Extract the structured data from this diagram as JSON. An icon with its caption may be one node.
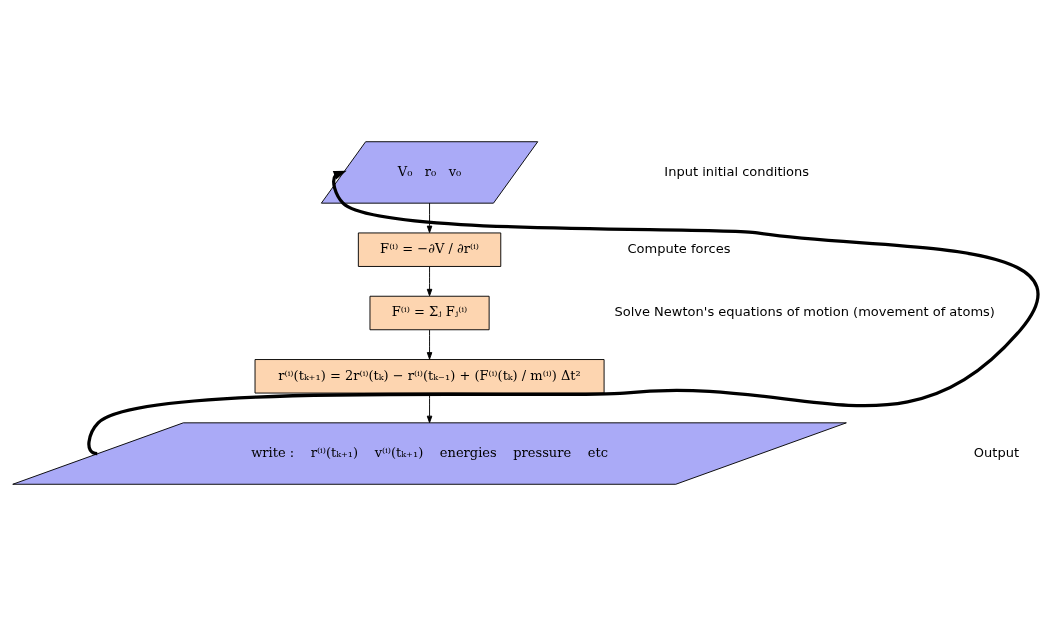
{
  "diagram": {
    "nodes": [
      {
        "text": [
          "V₀   r₀   v₀"
        ]
      },
      {
        "text": [
          "F⁽ⁱ⁾ = −∂V / ∂r⁽ⁱ⁾"
        ]
      },
      {
        "text": [
          "F⁽ⁱ⁾ = Σⱼ Fⱼ⁽ⁱ⁾"
        ]
      },
      {
        "text": [
          "r⁽ⁱ⁾(tₖ₊₁) = 2r⁽ⁱ⁾(tₖ) − r⁽ⁱ⁾(tₖ₋₁) + (F⁽ⁱ⁾(tₖ) / m⁽ⁱ⁾) Δt²"
        ]
      },
      {
        "text": [
          "write :    r⁽ⁱ⁾(tₖ₊₁)    v⁽ⁱ⁾(tₖ₊₁)    energies    pressure    etc"
        ]
      }
    ],
    "edges": [
      {
        "from": 0,
        "to": 1,
        "arrow": "to"
      },
      {
        "from": 1,
        "to": 2,
        "arrow": "to"
      },
      {
        "from": 2,
        "to": 3,
        "arrow": "to"
      },
      {
        "from": 3,
        "to": 4,
        "arrow": "to"
      },
      {
        "from": 4,
        "to": 0,
        "arrow": "to",
        "style": "thick"
      }
    ],
    "labels": [
      "Input initial conditions",
      "Compute forces",
      "Solve Newton's equations of motion (movement of atoms)",
      "Output"
    ]
  }
}
